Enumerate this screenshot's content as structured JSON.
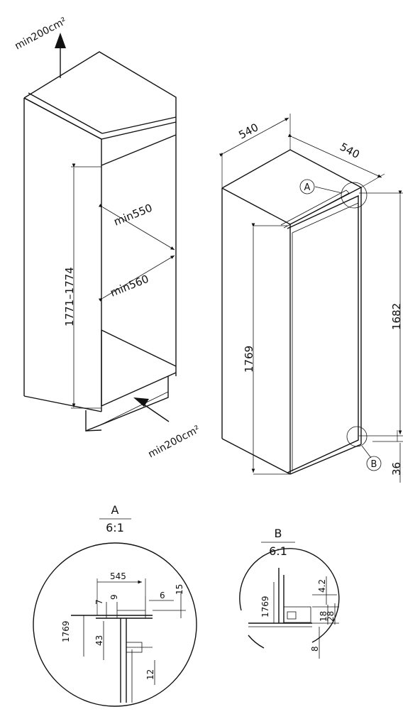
{
  "left_view": {
    "vent_top_label": "min200cm²",
    "vent_bottom_label": "min200cm²",
    "niche_height": "1771–1774",
    "depth_upper": "min550",
    "depth_lower": "min560"
  },
  "right_view": {
    "width_label": "540",
    "depth_label": "540",
    "height_label": "1769",
    "door_height_label": "1682",
    "bottom_offset_label": "36",
    "callout_a": "A",
    "callout_b": "B"
  },
  "detail_a": {
    "title": "A",
    "scale": "6:1",
    "dim_545": "545",
    "dim_9": "9",
    "dim_7": "7",
    "dim_6": "6",
    "dim_15": "15",
    "dim_1769": "1769",
    "dim_43": "43",
    "dim_12": "12"
  },
  "detail_b": {
    "title": "B",
    "scale": "6:1",
    "dim_1769": "1769",
    "dim_42": "4.2",
    "dim_28": "28",
    "dim_18": "18",
    "dim_8": "8"
  }
}
